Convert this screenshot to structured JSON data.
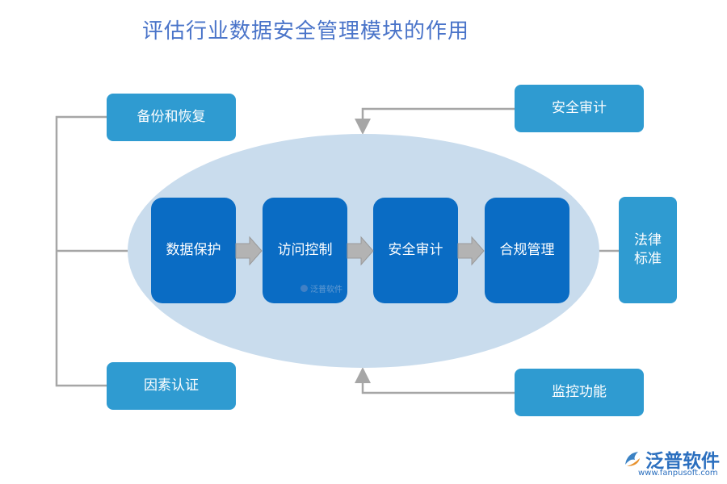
{
  "title": "评估行业数据安全管理模块的作用",
  "left_boxes": [
    "备份和恢复",
    "因素认证"
  ],
  "right_boxes": [
    "安全审计",
    "监控功能"
  ],
  "right_side": "法律标准",
  "core_steps": [
    "数据保护",
    "访问控制",
    "安全审计",
    "合规管理"
  ],
  "watermark": "泛普软件",
  "logo": {
    "text": "泛普软件",
    "url": "www.fanpusoft.com"
  },
  "colors": {
    "side_box": "#2f9bd1",
    "core_box": "#0a6cc4",
    "ellipse": "#c9dced",
    "title": "#4a74c9",
    "connector": "#a6a6a6"
  }
}
